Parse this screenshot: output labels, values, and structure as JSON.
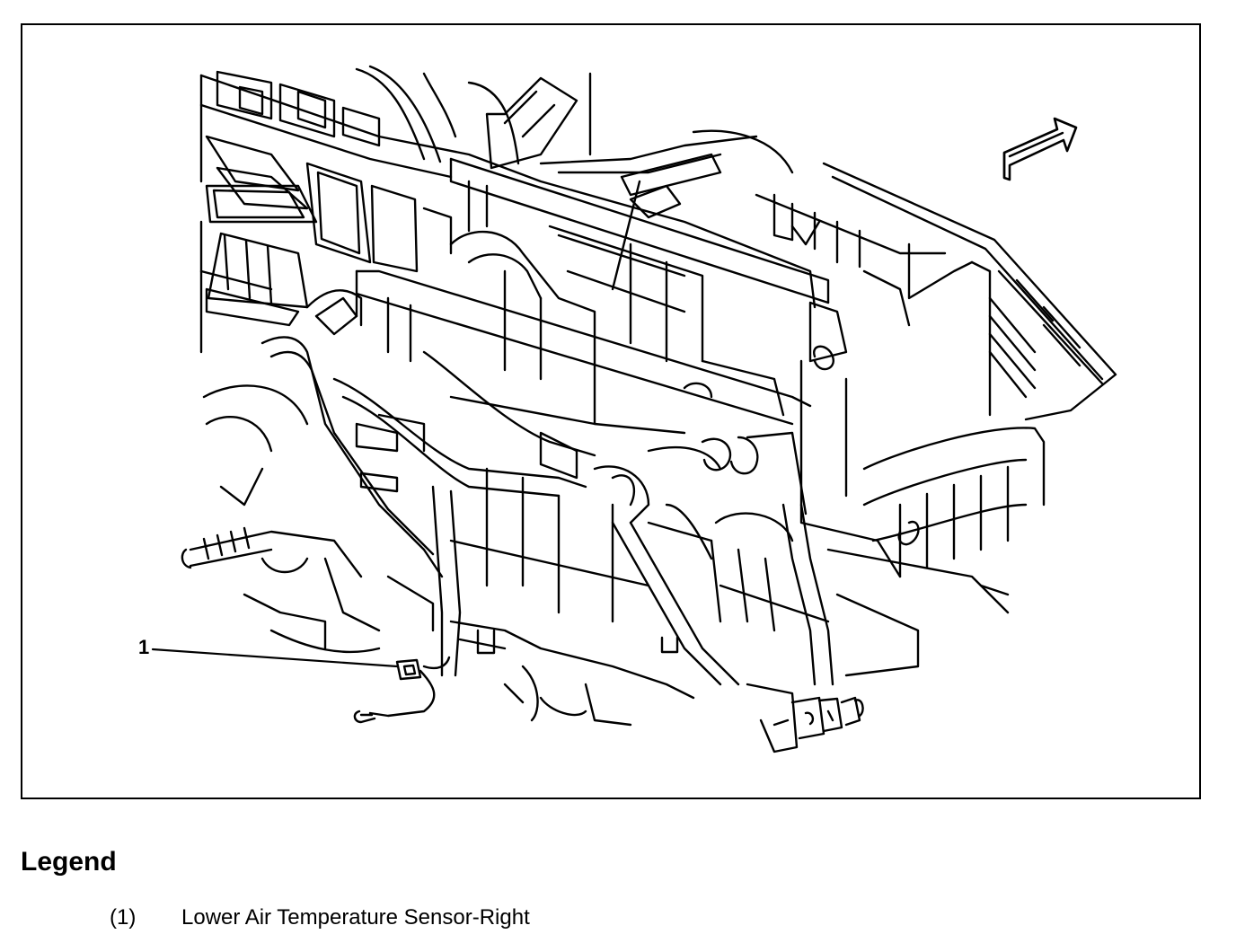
{
  "figure": {
    "callouts": [
      {
        "number": "1"
      }
    ],
    "icons": [
      "direction-arrow-icon"
    ]
  },
  "legend": {
    "title": "Legend",
    "items": [
      {
        "num": "(1)",
        "label": "Lower Air Temperature Sensor-Right"
      }
    ]
  },
  "colors": {
    "line": "#000000",
    "background": "#ffffff"
  }
}
